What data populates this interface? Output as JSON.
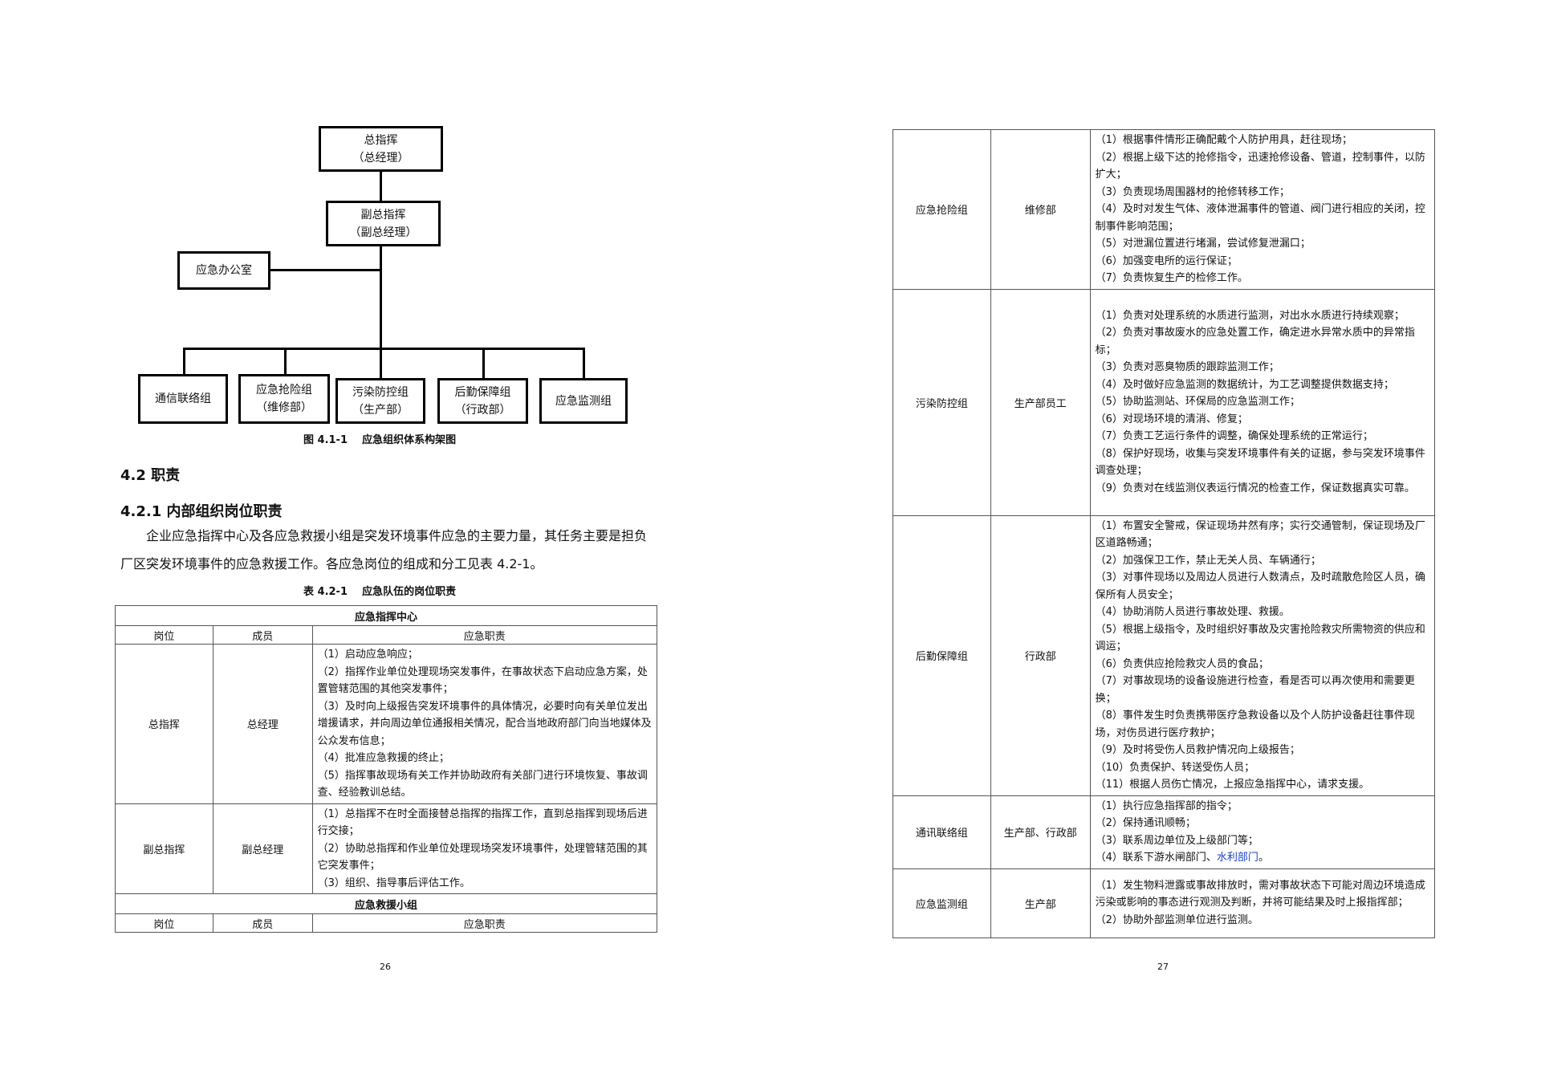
{
  "left": {
    "org_chart": {
      "top": {
        "title": "总指挥",
        "sub": "（总经理）"
      },
      "deputy": {
        "title": "副总指挥",
        "sub": "（副总经理）"
      },
      "office": {
        "title": "应急办公室"
      },
      "groups": [
        {
          "title": "通信联络组",
          "sub": ""
        },
        {
          "title": "应急抢险组",
          "sub": "（维修部）"
        },
        {
          "title": "污染防控组",
          "sub": "（生产部）"
        },
        {
          "title": "后勤保障组",
          "sub": "（行政部）"
        },
        {
          "title": "应急监测组",
          "sub": ""
        }
      ],
      "caption": "图 4.1-1    应急组织体系构架图"
    },
    "heading_42": "4.2 职责",
    "heading_421": "4.2.1 内部组织岗位职责",
    "paragraph": "企业应急指挥中心及各应急救援小组是突发环境事件应急的主要力量，其任务主要是担负厂区突发环境事件的应急救援工作。各应急岗位的组成和分工见表 4.2-1。",
    "table_caption": "表 4.2-1    应急队伍的岗位职责",
    "table": {
      "section1": "应急指挥中心",
      "col_post": "岗位",
      "col_member": "成员",
      "col_duty": "应急职责",
      "rows": [
        {
          "post": "总指挥",
          "member": "总经理",
          "duties": [
            "（1）启动应急响应；",
            "（2）指挥作业单位处理现场突发事件，在事故状态下启动应急方案，处置管辖范围的其他突发事件；",
            "（3）及时向上级报告突发环境事件的具体情况，必要时向有关单位发出增援请求，并向周边单位通报相关情况，配合当地政府部门向当地媒体及公众发布信息；",
            "（4）批准应急救援的终止；",
            "（5）指挥事故现场有关工作并协助政府有关部门进行环境恢复、事故调查、经验教训总结。"
          ]
        },
        {
          "post": "副总指挥",
          "member": "副总经理",
          "duties": [
            "（1）总指挥不在时全面接替总指挥的指挥工作，直到总指挥到现场后进行交接；",
            "（2）协助总指挥和作业单位处理现场突发环境事件，处理管辖范围的其它突发事件；",
            "（3）组织、指导事后评估工作。"
          ]
        }
      ],
      "section2": "应急救援小组"
    },
    "page_number": "26"
  },
  "right": {
    "rows": [
      {
        "post": "应急抢险组",
        "member": "维修部",
        "duties": [
          "（1）根据事件情形正确配戴个人防护用具，赶往现场；",
          "（2）根据上级下达的抢修指令，迅速抢修设备、管道，控制事件，以防扩大；",
          "（3）负责现场周围器材的抢修转移工作；",
          "（4）及时对发生气体、液体泄漏事件的管道、阀门进行相应的关闭，控制事件影响范围；",
          "（5）对泄漏位置进行堵漏，尝试修复泄漏口；",
          "（6）加强变电所的运行保证；",
          "（7）负责恢复生产的检修工作。"
        ]
      },
      {
        "post": "污染防控组",
        "member": "生产部员工",
        "duties": [
          "（1）负责对处理系统的水质进行监测，对出水水质进行持续观察；",
          "（2）负责对事故废水的应急处置工作，确定进水异常水质中的异常指标；",
          "（3）负责对恶臭物质的跟踪监测工作；",
          "（4）及时做好应急监测的数据统计，为工艺调整提供数据支持；",
          "（5）协助监测站、环保局的应急监测工作；",
          "（6）对现场环境的清消、修复；",
          "（7）负责工艺运行条件的调整，确保处理系统的正常运行；",
          "（8）保护好现场，收集与突发环境事件有关的证据，参与突发环境事件调查处理；",
          "（9）负责对在线监测仪表运行情况的检查工作，保证数据真实可靠。"
        ]
      },
      {
        "post": "后勤保障组",
        "member": "行政部",
        "duties": [
          "（1）布置安全警戒，保证现场井然有序；实行交通管制，保证现场及厂区道路畅通；",
          "（2）加强保卫工作，禁止无关人员、车辆通行；",
          "（3）对事件现场以及周边人员进行人数清点，及时疏散危险区人员，确保所有人员安全；",
          "（4）协助消防人员进行事故处理、救援。",
          "（5）根据上级指令，及时组织好事故及灾害抢险救灾所需物资的供应和调运；",
          "（6）负责供应抢险救灾人员的食品；",
          "（7）对事故现场的设备设施进行检查，看是否可以再次使用和需要更换；",
          "（8）事件发生时负责携带医疗急救设备以及个人防护设备赶往事件现场，对伤员进行医疗救护；",
          "（9）及时将受伤人员救护情况向上级报告；",
          "（10）负责保护、转送受伤人员；",
          "（11）根据人员伤亡情况，上报应急指挥中心，请求支援。"
        ]
      },
      {
        "post": "通讯联络组",
        "member": "生产部、行政部",
        "duties": [
          "（1）执行应急指挥部的指令；",
          "（2）保持通讯顺畅；",
          "（3）联系周边单位及上级部门等；"
        ],
        "last_prefix": "（4）联系下游水闸部门、",
        "last_link": "水利部门",
        "last_suffix": "。"
      },
      {
        "post": "应急监测组",
        "member": "生产部",
        "duties": [
          "（1）发生物料泄露或事故排放时，需对事故状态下可能对周边环境造成污染或影响的事态进行观测及判断，并将可能结果及时上报指挥部；",
          "（2）协助外部监测单位进行监测。"
        ]
      }
    ],
    "page_number": "27"
  }
}
